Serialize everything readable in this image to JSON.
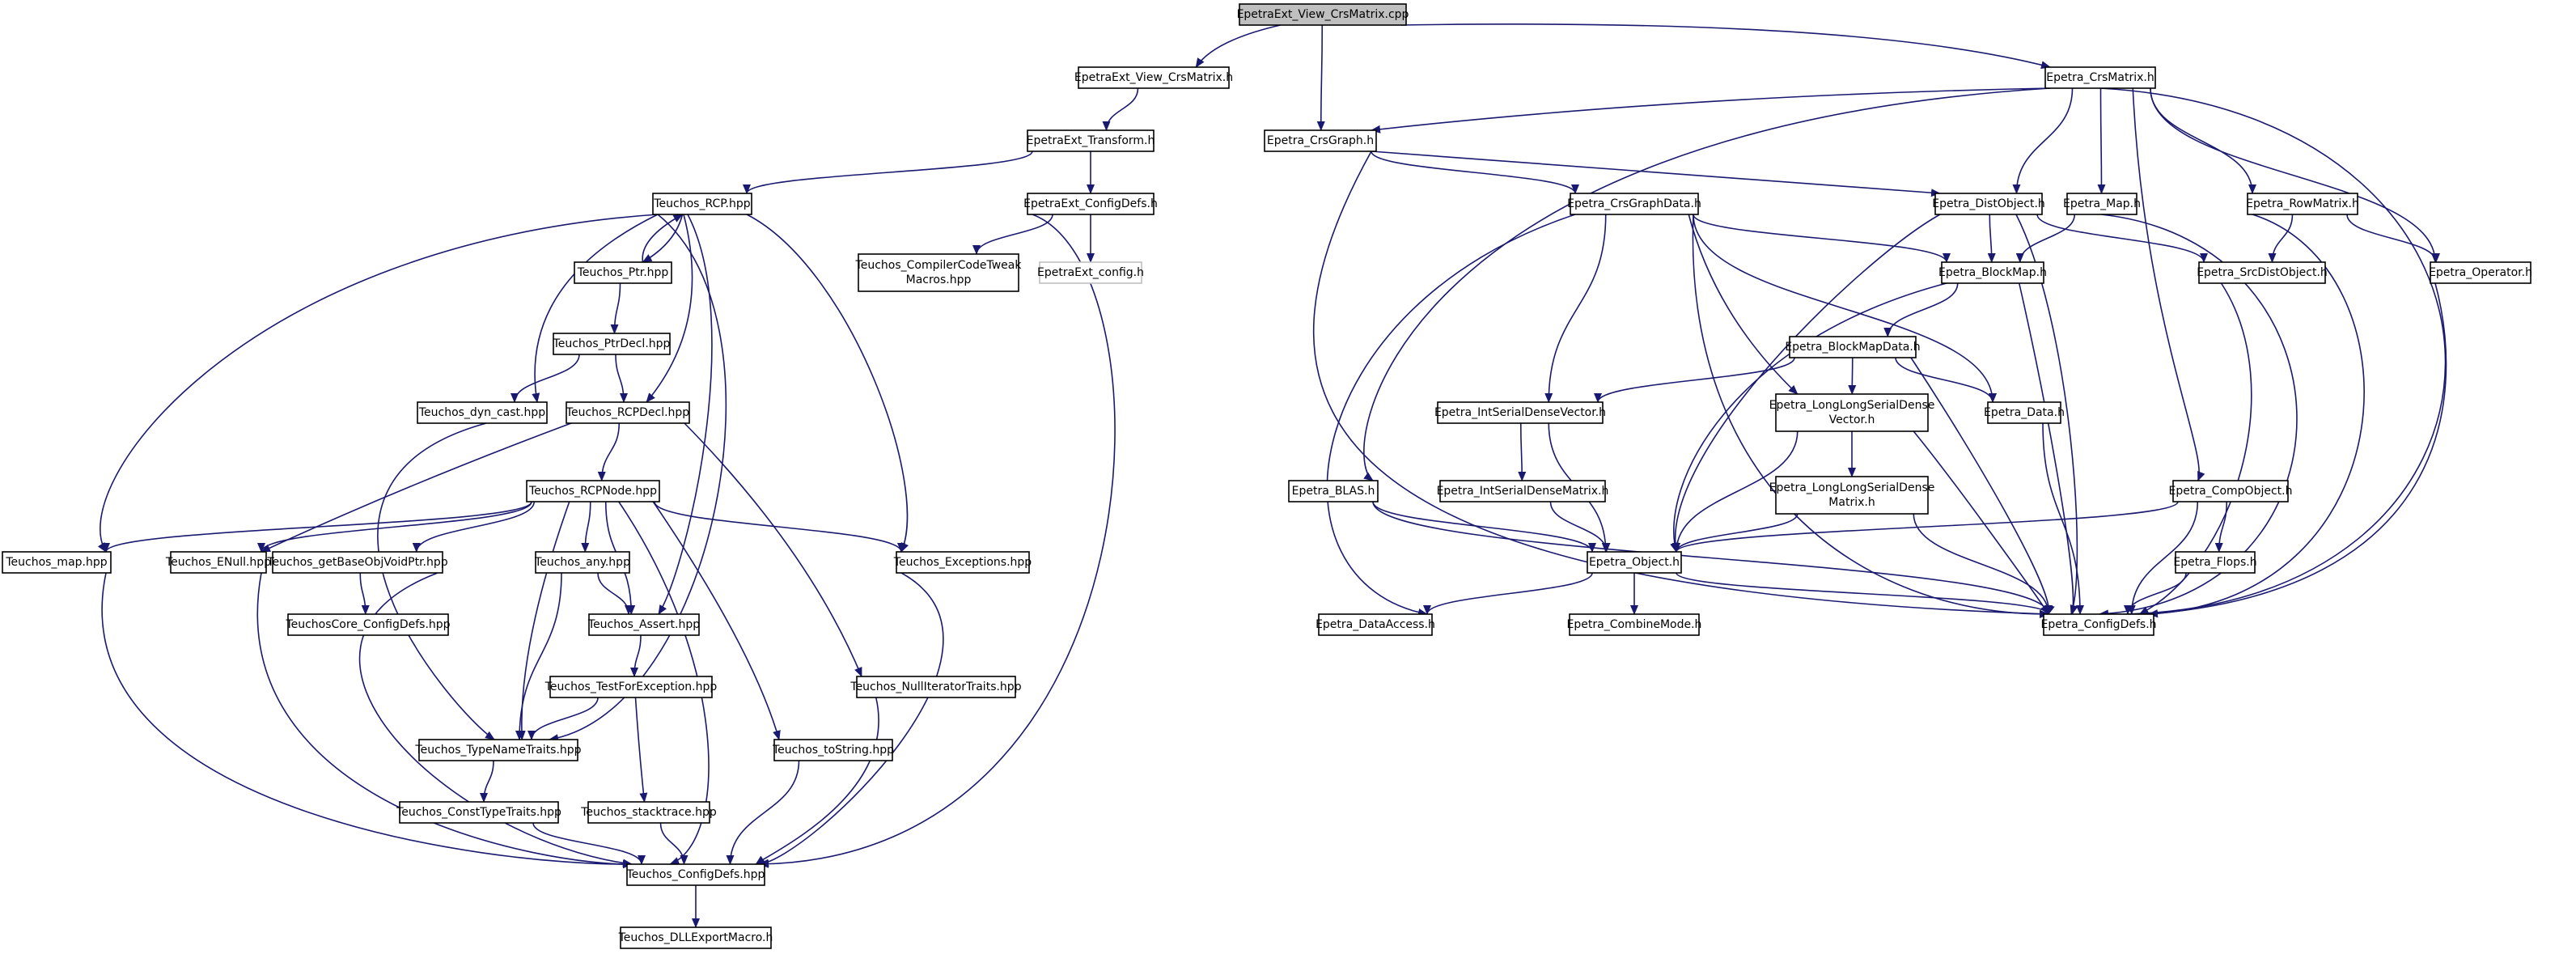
{
  "graph": {
    "nodes": [
      {
        "id": "root",
        "lines": [
          "EpetraExt_View_CrsMatrix.cpp"
        ],
        "style": "root"
      },
      {
        "id": "ee_view_h",
        "lines": [
          "EpetraExt_View_CrsMatrix.h"
        ]
      },
      {
        "id": "ep_crsmatrix",
        "lines": [
          "Epetra_CrsMatrix.h"
        ]
      },
      {
        "id": "ee_transform",
        "lines": [
          "EpetraExt_Transform.h"
        ]
      },
      {
        "id": "ep_crsgraph",
        "lines": [
          "Epetra_CrsGraph.h"
        ]
      },
      {
        "id": "t_rcp",
        "lines": [
          "Teuchos_RCP.hpp"
        ]
      },
      {
        "id": "ee_configdefs",
        "lines": [
          "EpetraExt_ConfigDefs.h"
        ]
      },
      {
        "id": "ep_crsgraphdata",
        "lines": [
          "Epetra_CrsGraphData.h"
        ]
      },
      {
        "id": "ep_distobject",
        "lines": [
          "Epetra_DistObject.h"
        ]
      },
      {
        "id": "ep_map",
        "lines": [
          "Epetra_Map.h"
        ]
      },
      {
        "id": "ep_rowmatrix",
        "lines": [
          "Epetra_RowMatrix.h"
        ]
      },
      {
        "id": "t_ptr",
        "lines": [
          "Teuchos_Ptr.hpp"
        ]
      },
      {
        "id": "t_compiler",
        "lines": [
          "Teuchos_CompilerCodeTweak",
          "Macros.hpp"
        ]
      },
      {
        "id": "ee_config",
        "lines": [
          "EpetraExt_config.h"
        ],
        "style": "missing"
      },
      {
        "id": "ep_blockmap",
        "lines": [
          "Epetra_BlockMap.h"
        ]
      },
      {
        "id": "ep_srcdist",
        "lines": [
          "Epetra_SrcDistObject.h"
        ]
      },
      {
        "id": "ep_operator",
        "lines": [
          "Epetra_Operator.h"
        ]
      },
      {
        "id": "t_ptrdecl",
        "lines": [
          "Teuchos_PtrDecl.hpp"
        ]
      },
      {
        "id": "ep_blockmapdata",
        "lines": [
          "Epetra_BlockMapData.h"
        ]
      },
      {
        "id": "t_dyncast",
        "lines": [
          "Teuchos_dyn_cast.hpp"
        ]
      },
      {
        "id": "t_rcpdecl",
        "lines": [
          "Teuchos_RCPDecl.hpp"
        ]
      },
      {
        "id": "ep_intsdv",
        "lines": [
          "Epetra_IntSerialDenseVector.h"
        ]
      },
      {
        "id": "ep_llsdv",
        "lines": [
          "Epetra_LongLongSerialDense",
          "Vector.h"
        ]
      },
      {
        "id": "ep_data",
        "lines": [
          "Epetra_Data.h"
        ]
      },
      {
        "id": "t_rcpnode",
        "lines": [
          "Teuchos_RCPNode.hpp"
        ]
      },
      {
        "id": "ep_blas",
        "lines": [
          "Epetra_BLAS.h"
        ]
      },
      {
        "id": "ep_intsdm",
        "lines": [
          "Epetra_IntSerialDenseMatrix.h"
        ]
      },
      {
        "id": "ep_llsdm",
        "lines": [
          "Epetra_LongLongSerialDense",
          "Matrix.h"
        ]
      },
      {
        "id": "ep_compobject",
        "lines": [
          "Epetra_CompObject.h"
        ]
      },
      {
        "id": "t_map",
        "lines": [
          "Teuchos_map.hpp"
        ]
      },
      {
        "id": "t_enull",
        "lines": [
          "Teuchos_ENull.hpp"
        ]
      },
      {
        "id": "t_getbase",
        "lines": [
          "Teuchos_getBaseObjVoidPtr.hpp"
        ]
      },
      {
        "id": "t_any",
        "lines": [
          "Teuchos_any.hpp"
        ]
      },
      {
        "id": "t_exceptions",
        "lines": [
          "Teuchos_Exceptions.hpp"
        ]
      },
      {
        "id": "ep_object",
        "lines": [
          "Epetra_Object.h"
        ]
      },
      {
        "id": "ep_flops",
        "lines": [
          "Epetra_Flops.h"
        ]
      },
      {
        "id": "tc_configdefs",
        "lines": [
          "TeuchosCore_ConfigDefs.hpp"
        ]
      },
      {
        "id": "t_assert",
        "lines": [
          "Teuchos_Assert.hpp"
        ]
      },
      {
        "id": "ep_dataaccess",
        "lines": [
          "Epetra_DataAccess.h"
        ]
      },
      {
        "id": "ep_combinemode",
        "lines": [
          "Epetra_CombineMode.h"
        ]
      },
      {
        "id": "ep_configdefs",
        "lines": [
          "Epetra_ConfigDefs.h"
        ]
      },
      {
        "id": "t_testforexc",
        "lines": [
          "Teuchos_TestForException.hpp"
        ]
      },
      {
        "id": "t_nulliter",
        "lines": [
          "Teuchos_NullIteratorTraits.hpp"
        ]
      },
      {
        "id": "t_typename",
        "lines": [
          "Teuchos_TypeNameTraits.hpp"
        ]
      },
      {
        "id": "t_tostring",
        "lines": [
          "Teuchos_toString.hpp"
        ]
      },
      {
        "id": "t_consttype",
        "lines": [
          "Teuchos_ConstTypeTraits.hpp"
        ]
      },
      {
        "id": "t_stacktrace",
        "lines": [
          "Teuchos_stacktrace.hpp"
        ]
      },
      {
        "id": "t_configdefs",
        "lines": [
          "Teuchos_ConfigDefs.hpp"
        ]
      },
      {
        "id": "t_dllexport",
        "lines": [
          "Teuchos_DLLExportMacro.h"
        ]
      }
    ],
    "edges": [
      [
        "root",
        "ee_view_h"
      ],
      [
        "root",
        "ep_crsmatrix"
      ],
      [
        "root",
        "ep_crsgraph"
      ],
      [
        "ee_view_h",
        "ee_transform"
      ],
      [
        "ee_transform",
        "t_rcp"
      ],
      [
        "ee_transform",
        "ee_configdefs"
      ],
      [
        "ee_configdefs",
        "t_compiler"
      ],
      [
        "ee_configdefs",
        "ee_config"
      ],
      [
        "ee_configdefs",
        "t_configdefs"
      ],
      [
        "t_rcp",
        "t_ptr"
      ],
      [
        "t_rcp",
        "t_dyncast"
      ],
      [
        "t_rcp",
        "t_rcpdecl"
      ],
      [
        "t_rcp",
        "t_map"
      ],
      [
        "t_rcp",
        "t_exceptions"
      ],
      [
        "t_rcp",
        "t_assert"
      ],
      [
        "t_rcp",
        "t_typename"
      ],
      [
        "t_ptr",
        "t_rcp"
      ],
      [
        "t_ptr",
        "t_ptrdecl"
      ],
      [
        "t_ptrdecl",
        "t_dyncast"
      ],
      [
        "t_ptrdecl",
        "t_rcpdecl"
      ],
      [
        "t_dyncast",
        "t_typename"
      ],
      [
        "t_rcpdecl",
        "t_rcpnode"
      ],
      [
        "t_rcpdecl",
        "t_enull"
      ],
      [
        "t_rcpdecl",
        "t_nulliter"
      ],
      [
        "t_rcpnode",
        "t_map"
      ],
      [
        "t_rcpnode",
        "t_enull"
      ],
      [
        "t_rcpnode",
        "t_getbase"
      ],
      [
        "t_rcpnode",
        "t_any"
      ],
      [
        "t_rcpnode",
        "t_exceptions"
      ],
      [
        "t_rcpnode",
        "t_assert"
      ],
      [
        "t_rcpnode",
        "t_typename"
      ],
      [
        "t_rcpnode",
        "t_tostring"
      ],
      [
        "t_rcpnode",
        "t_configdefs"
      ],
      [
        "t_getbase",
        "tc_configdefs"
      ],
      [
        "t_getbase",
        "t_configdefs"
      ],
      [
        "t_any",
        "t_assert"
      ],
      [
        "t_any",
        "t_typename"
      ],
      [
        "t_assert",
        "t_testforexc"
      ],
      [
        "t_testforexc",
        "t_typename"
      ],
      [
        "t_testforexc",
        "t_stacktrace"
      ],
      [
        "t_typename",
        "t_consttype"
      ],
      [
        "t_consttype",
        "t_configdefs"
      ],
      [
        "t_stacktrace",
        "t_configdefs"
      ],
      [
        "t_tostring",
        "t_configdefs"
      ],
      [
        "t_nulliter",
        "t_configdefs"
      ],
      [
        "t_exceptions",
        "t_configdefs"
      ],
      [
        "t_map",
        "t_configdefs"
      ],
      [
        "t_enull",
        "t_configdefs"
      ],
      [
        "t_configdefs",
        "t_dllexport"
      ],
      [
        "ep_crsmatrix",
        "ep_crsgraph"
      ],
      [
        "ep_crsmatrix",
        "ep_distobject"
      ],
      [
        "ep_crsmatrix",
        "ep_map"
      ],
      [
        "ep_crsmatrix",
        "ep_rowmatrix"
      ],
      [
        "ep_crsmatrix",
        "ep_operator"
      ],
      [
        "ep_crsmatrix",
        "ep_blas"
      ],
      [
        "ep_crsmatrix",
        "ep_compobject"
      ],
      [
        "ep_crsmatrix",
        "ep_configdefs"
      ],
      [
        "ep_crsgraph",
        "ep_crsgraphdata"
      ],
      [
        "ep_crsgraph",
        "ep_distobject"
      ],
      [
        "ep_crsgraph",
        "ep_configdefs"
      ],
      [
        "ep_crsgraphdata",
        "ep_blockmap"
      ],
      [
        "ep_crsgraphdata",
        "ep_intsdv"
      ],
      [
        "ep_crsgraphdata",
        "ep_llsdv"
      ],
      [
        "ep_crsgraphdata",
        "ep_data"
      ],
      [
        "ep_crsgraphdata",
        "ep_dataaccess"
      ],
      [
        "ep_crsgraphdata",
        "ep_configdefs"
      ],
      [
        "ep_distobject",
        "ep_blockmap"
      ],
      [
        "ep_distobject",
        "ep_srcdist"
      ],
      [
        "ep_distobject",
        "ep_object"
      ],
      [
        "ep_distobject",
        "ep_configdefs"
      ],
      [
        "ep_map",
        "ep_blockmap"
      ],
      [
        "ep_map",
        "ep_configdefs"
      ],
      [
        "ep_rowmatrix",
        "ep_srcdist"
      ],
      [
        "ep_rowmatrix",
        "ep_operator"
      ],
      [
        "ep_rowmatrix",
        "ep_configdefs"
      ],
      [
        "ep_blockmap",
        "ep_blockmapdata"
      ],
      [
        "ep_blockmap",
        "ep_object"
      ],
      [
        "ep_blockmap",
        "ep_configdefs"
      ],
      [
        "ep_blockmapdata",
        "ep_intsdv"
      ],
      [
        "ep_blockmapdata",
        "ep_llsdv"
      ],
      [
        "ep_blockmapdata",
        "ep_data"
      ],
      [
        "ep_blockmapdata",
        "ep_configdefs"
      ],
      [
        "ep_srcdist",
        "ep_configdefs"
      ],
      [
        "ep_operator",
        "ep_configdefs"
      ],
      [
        "ep_intsdv",
        "ep_intsdm"
      ],
      [
        "ep_intsdv",
        "ep_object"
      ],
      [
        "ep_intsdm",
        "ep_object"
      ],
      [
        "ep_llsdv",
        "ep_llsdm"
      ],
      [
        "ep_llsdv",
        "ep_object"
      ],
      [
        "ep_llsdv",
        "ep_configdefs"
      ],
      [
        "ep_llsdm",
        "ep_object"
      ],
      [
        "ep_llsdm",
        "ep_configdefs"
      ],
      [
        "ep_data",
        "ep_configdefs"
      ],
      [
        "ep_blas",
        "ep_object"
      ],
      [
        "ep_blas",
        "ep_configdefs"
      ],
      [
        "ep_compobject",
        "ep_object"
      ],
      [
        "ep_compobject",
        "ep_flops"
      ],
      [
        "ep_compobject",
        "ep_configdefs"
      ],
      [
        "ep_flops",
        "ep_configdefs"
      ],
      [
        "ep_object",
        "ep_dataaccess"
      ],
      [
        "ep_object",
        "ep_combinemode"
      ],
      [
        "ep_object",
        "ep_configdefs"
      ]
    ]
  }
}
